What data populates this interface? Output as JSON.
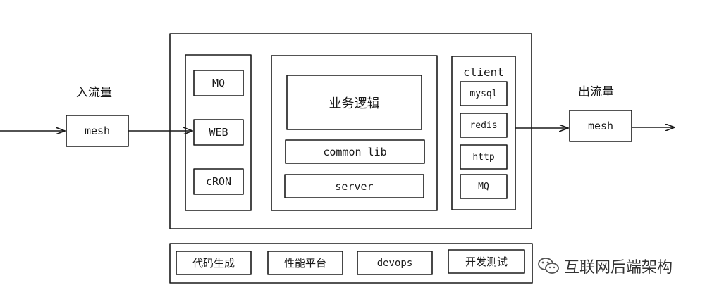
{
  "labels": {
    "in_traffic": "入流量",
    "out_traffic": "出流量",
    "mesh_in": "mesh",
    "mesh_out": "mesh",
    "mq_input": "MQ",
    "web": "WEB",
    "cron": "cRON",
    "business_logic": "业务逻辑",
    "common_lib": "common lib",
    "server": "server",
    "client": "client",
    "mysql": "mysql",
    "redis": "redis",
    "http": "http",
    "mq_client": "MQ"
  },
  "platform": {
    "items": [
      "代码生成",
      "性能平台",
      "devops",
      "开发测试"
    ]
  },
  "watermark": {
    "text": "互联网后端架构",
    "icon": "wechat-icon"
  },
  "colors": {
    "stroke": "#1a1a1a",
    "background": "#ffffff"
  }
}
